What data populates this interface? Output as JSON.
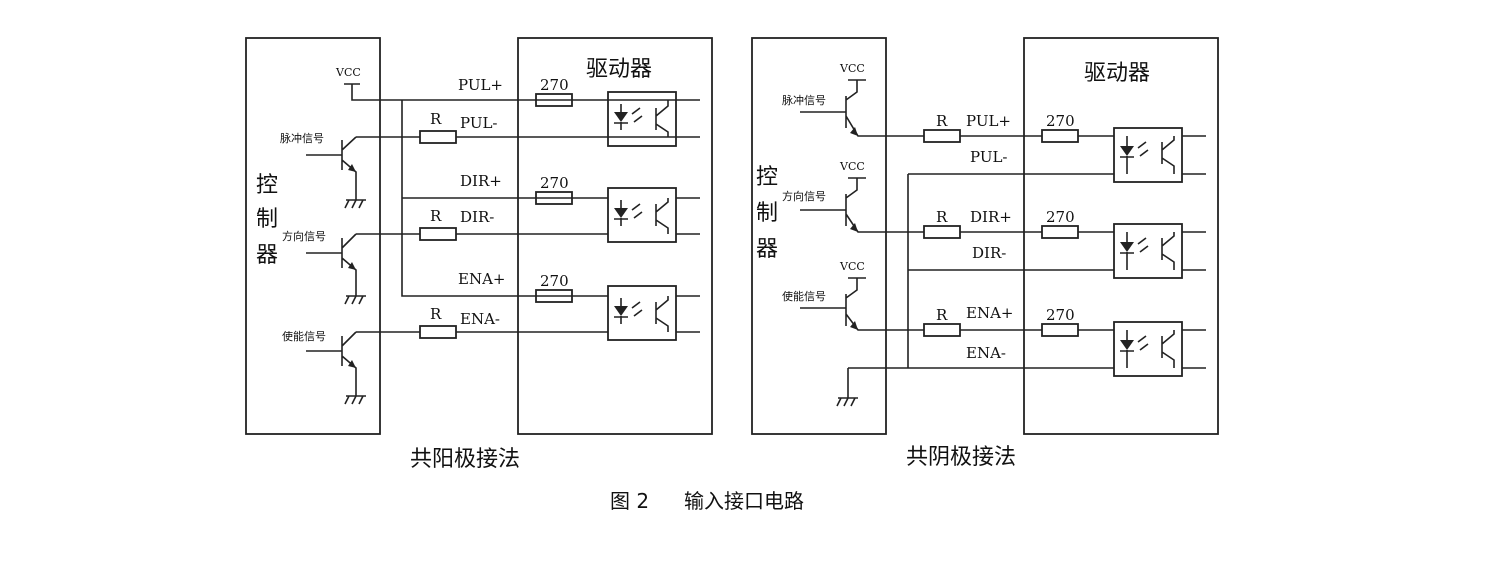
{
  "left_panel": {
    "controller_label": "控制器",
    "vcc": "VCC",
    "signals": [
      "脉冲信号",
      "方向信号",
      "使能信号"
    ],
    "driver_label": "驱动器",
    "pins": [
      "PUL+",
      "PUL-",
      "DIR+",
      "DIR-",
      "ENA+",
      "ENA-"
    ],
    "resistor_r": "R",
    "resistor_270": "270",
    "caption": "共阳极接法"
  },
  "right_panel": {
    "controller_label": "控制器",
    "vcc": "VCC",
    "signals": [
      "脉冲信号",
      "方向信号",
      "使能信号"
    ],
    "driver_label": "驱动器",
    "pins": [
      "PUL+",
      "PUL-",
      "DIR+",
      "DIR-",
      "ENA+",
      "ENA-"
    ],
    "resistor_r": "R",
    "resistor_270": "270",
    "caption": "共阴极接法"
  },
  "figure": {
    "number": "图 2",
    "title": "输入接口电路"
  }
}
